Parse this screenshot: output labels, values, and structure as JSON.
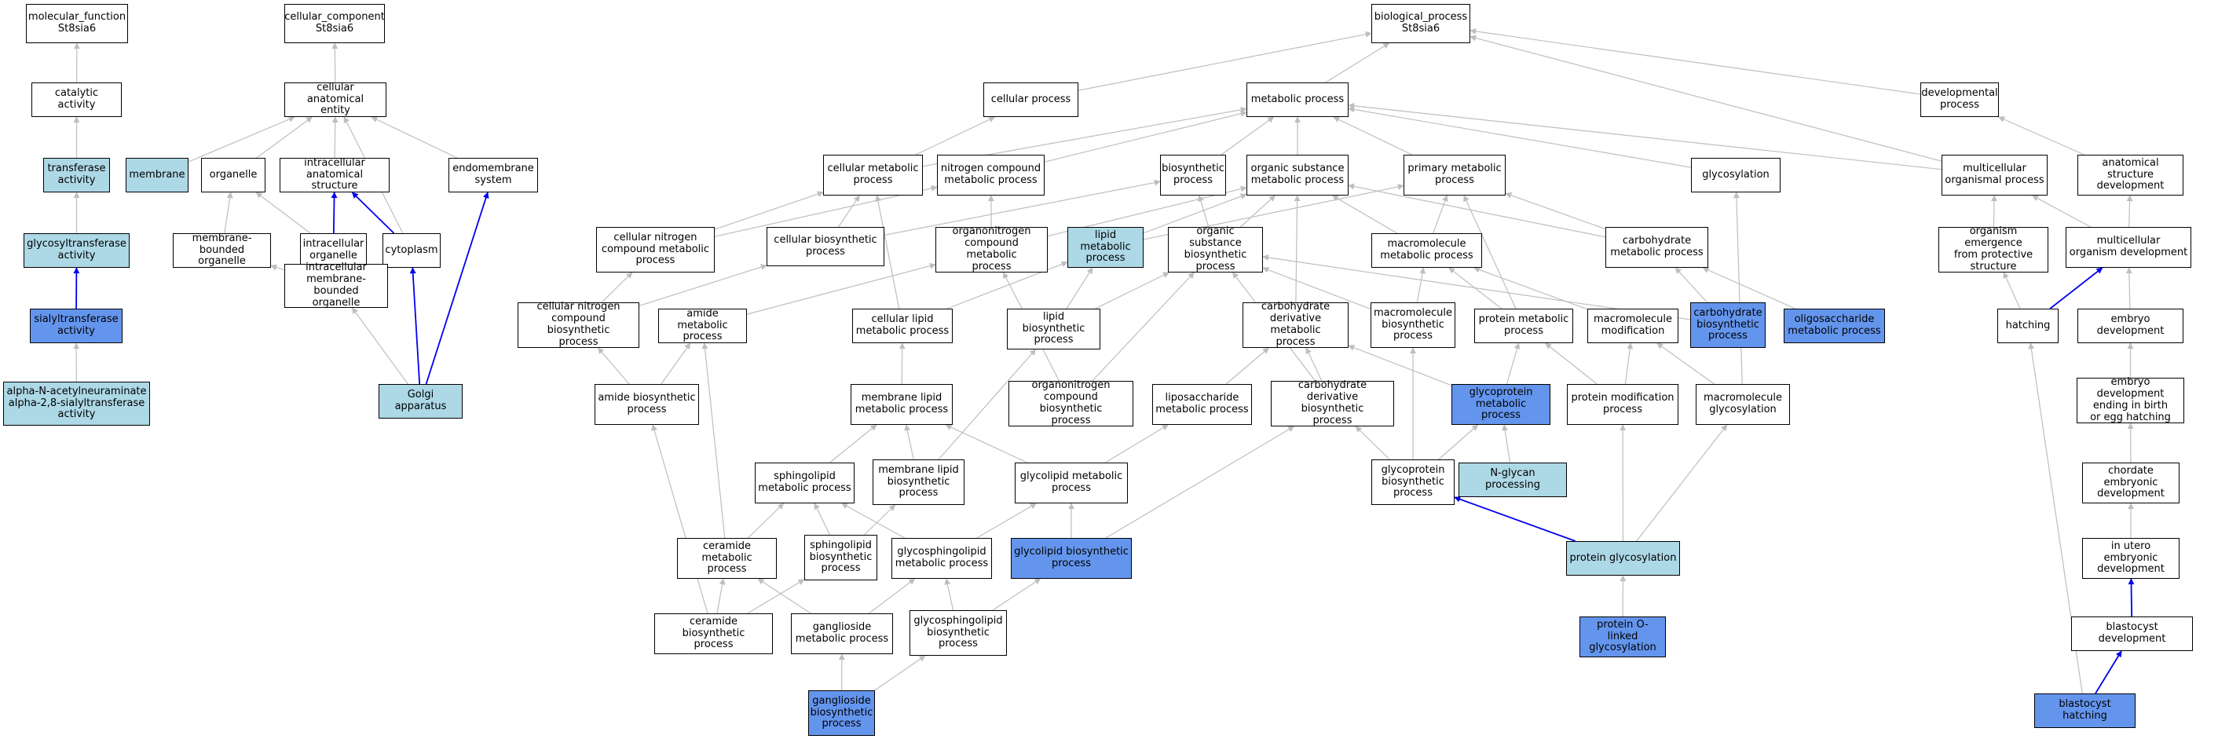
{
  "diagram": {
    "colors": {
      "white": "#ffffff",
      "light": "#add8e6",
      "blue": "#6495ed",
      "edge_gray": "#bebebe",
      "edge_blue": "#0000ee"
    },
    "nodes": {
      "mf": {
        "label": "molecular_function\nSt8sia6",
        "color": "white"
      },
      "cat": {
        "label": "catalytic activity",
        "color": "white"
      },
      "trans": {
        "label": "transferase\nactivity",
        "color": "light"
      },
      "glyco_tr": {
        "label": "glycosyltransferase\nactivity",
        "color": "light"
      },
      "sialyl": {
        "label": "sialyltransferase\nactivity",
        "color": "blue"
      },
      "alpha": {
        "label": "alpha-N-acetylneuraminate\nalpha-2,8-sialyltransferase\nactivity",
        "color": "light"
      },
      "cc": {
        "label": "cellular_component\nSt8sia6",
        "color": "white"
      },
      "cae": {
        "label": "cellular anatomical\nentity",
        "color": "white"
      },
      "membrane": {
        "label": "membrane",
        "color": "light"
      },
      "organelle": {
        "label": "organelle",
        "color": "white"
      },
      "ias": {
        "label": "intracellular\nanatomical structure",
        "color": "white"
      },
      "endo": {
        "label": "endomembrane\nsystem",
        "color": "white"
      },
      "mbo": {
        "label": "membrane-bounded\norganelle",
        "color": "white"
      },
      "io": {
        "label": "intracellular\norganelle",
        "color": "white"
      },
      "cyto": {
        "label": "cytoplasm",
        "color": "white"
      },
      "imbo": {
        "label": "intracellular\nmembrane-bounded\norganelle",
        "color": "white"
      },
      "golgi": {
        "label": "Golgi apparatus",
        "color": "light"
      },
      "bp": {
        "label": "biological_process\nSt8sia6",
        "color": "white"
      },
      "cp": {
        "label": "cellular process",
        "color": "white"
      },
      "mp": {
        "label": "metabolic process",
        "color": "white"
      },
      "dp": {
        "label": "developmental\nprocess",
        "color": "white"
      },
      "cmp": {
        "label": "cellular metabolic\nprocess",
        "color": "white"
      },
      "ncmp": {
        "label": "nitrogen compound\nmetabolic process",
        "color": "white"
      },
      "bsp": {
        "label": "biosynthetic\nprocess",
        "color": "white"
      },
      "osmp": {
        "label": "organic substance\nmetabolic process",
        "color": "white"
      },
      "pmp": {
        "label": "primary metabolic\nprocess",
        "color": "white"
      },
      "glycosylation": {
        "label": "glycosylation",
        "color": "white"
      },
      "mop": {
        "label": "multicellular\norganismal process",
        "color": "white"
      },
      "asd": {
        "label": "anatomical structure\ndevelopment",
        "color": "white"
      },
      "cncmp": {
        "label": "cellular nitrogen\ncompound metabolic\nprocess",
        "color": "white"
      },
      "cbp": {
        "label": "cellular biosynthetic\nprocess",
        "color": "white"
      },
      "oncmp": {
        "label": "organonitrogen\ncompound metabolic\nprocess",
        "color": "white"
      },
      "lmp": {
        "label": "lipid metabolic\nprocess",
        "color": "light"
      },
      "osbp": {
        "label": "organic substance\nbiosynthetic\nprocess",
        "color": "white"
      },
      "mmp": {
        "label": "macromolecule\nmetabolic process",
        "color": "white"
      },
      "chmp": {
        "label": "carbohydrate\nmetabolic process",
        "color": "white"
      },
      "oefp": {
        "label": "organism emergence\nfrom protective\nstructure",
        "color": "white"
      },
      "mod": {
        "label": "multicellular\norganism development",
        "color": "white"
      },
      "cncbp": {
        "label": "cellular nitrogen\ncompound biosynthetic\nprocess",
        "color": "white"
      },
      "amp": {
        "label": "amide metabolic\nprocess",
        "color": "white"
      },
      "clmp": {
        "label": "cellular lipid\nmetabolic process",
        "color": "white"
      },
      "lbp": {
        "label": "lipid biosynthetic\nprocess",
        "color": "white"
      },
      "cdmp": {
        "label": "carbohydrate\nderivative metabolic\nprocess",
        "color": "white"
      },
      "mbp": {
        "label": "macromolecule\nbiosynthetic\nprocess",
        "color": "white"
      },
      "prmp": {
        "label": "protein metabolic\nprocess",
        "color": "white"
      },
      "mmod": {
        "label": "macromolecule\nmodification",
        "color": "white"
      },
      "chbp": {
        "label": "carbohydrate\nbiosynthetic\nprocess",
        "color": "blue"
      },
      "olmp": {
        "label": "oligosaccharide\nmetabolic process",
        "color": "blue"
      },
      "hatching": {
        "label": "hatching",
        "color": "white"
      },
      "ed": {
        "label": "embryo development",
        "color": "white"
      },
      "abp": {
        "label": "amide biosynthetic\nprocess",
        "color": "white"
      },
      "mlmp": {
        "label": "membrane lipid\nmetabolic process",
        "color": "white"
      },
      "oncbp": {
        "label": "organonitrogen\ncompound biosynthetic\nprocess",
        "color": "white"
      },
      "lsmp": {
        "label": "liposaccharide\nmetabolic process",
        "color": "white"
      },
      "cdbp": {
        "label": "carbohydrate\nderivative biosynthetic\nprocess",
        "color": "white"
      },
      "gpmp": {
        "label": "glycoprotein\nmetabolic process",
        "color": "blue"
      },
      "pmodp": {
        "label": "protein modification\nprocess",
        "color": "white"
      },
      "mg": {
        "label": "macromolecule\nglycosylation",
        "color": "white"
      },
      "edeb": {
        "label": "embryo development\nending in birth\nor egg hatching",
        "color": "white"
      },
      "slmp": {
        "label": "sphingolipid\nmetabolic process",
        "color": "white"
      },
      "mlbp": {
        "label": "membrane lipid\nbiosynthetic\nprocess",
        "color": "white"
      },
      "glmp": {
        "label": "glycolipid metabolic\nprocess",
        "color": "white"
      },
      "gpbp": {
        "label": "glycoprotein\nbiosynthetic\nprocess",
        "color": "white"
      },
      "ngp": {
        "label": "N-glycan processing",
        "color": "light"
      },
      "ced": {
        "label": "chordate embryonic\ndevelopment",
        "color": "white"
      },
      "cermp": {
        "label": "ceramide metabolic\nprocess",
        "color": "white"
      },
      "slbp": {
        "label": "sphingolipid\nbiosynthetic\nprocess",
        "color": "white"
      },
      "gslmp": {
        "label": "glycosphingolipid\nmetabolic process",
        "color": "white"
      },
      "glbp": {
        "label": "glycolipid biosynthetic\nprocess",
        "color": "blue"
      },
      "pg": {
        "label": "protein glycosylation",
        "color": "light"
      },
      "ued": {
        "label": "in utero embryonic\ndevelopment",
        "color": "white"
      },
      "cerbp": {
        "label": "ceramide biosynthetic\nprocess",
        "color": "white"
      },
      "gangmp": {
        "label": "ganglioside\nmetabolic process",
        "color": "white"
      },
      "gslbp": {
        "label": "glycosphingolipid\nbiosynthetic\nprocess",
        "color": "white"
      },
      "pog": {
        "label": "protein O-linked\nglycosylation",
        "color": "blue"
      },
      "bd": {
        "label": "blastocyst development",
        "color": "white"
      },
      "gangbp": {
        "label": "ganglioside\nbiosynthetic\nprocess",
        "color": "blue"
      },
      "bh": {
        "label": "blastocyst hatching",
        "color": "blue"
      }
    },
    "edges": [
      [
        "cat",
        "mf",
        "gray"
      ],
      [
        "trans",
        "cat",
        "gray"
      ],
      [
        "glyco_tr",
        "trans",
        "gray"
      ],
      [
        "sialyl",
        "glyco_tr",
        "blue"
      ],
      [
        "alpha",
        "sialyl",
        "gray"
      ],
      [
        "cae",
        "cc",
        "gray"
      ],
      [
        "membrane",
        "cae",
        "gray"
      ],
      [
        "organelle",
        "cae",
        "gray"
      ],
      [
        "ias",
        "cae",
        "gray"
      ],
      [
        "endo",
        "cae",
        "gray"
      ],
      [
        "cyto",
        "cae",
        "gray"
      ],
      [
        "mbo",
        "organelle",
        "gray"
      ],
      [
        "io",
        "organelle",
        "gray"
      ],
      [
        "io",
        "ias",
        "blue"
      ],
      [
        "cyto",
        "ias",
        "blue"
      ],
      [
        "imbo",
        "mbo",
        "gray"
      ],
      [
        "imbo",
        "io",
        "gray"
      ],
      [
        "golgi",
        "imbo",
        "gray"
      ],
      [
        "golgi",
        "cyto",
        "blue"
      ],
      [
        "golgi",
        "endo",
        "blue"
      ],
      [
        "cp",
        "bp",
        "gray"
      ],
      [
        "mp",
        "bp",
        "gray"
      ],
      [
        "dp",
        "bp",
        "gray"
      ],
      [
        "mop",
        "bp",
        "gray"
      ],
      [
        "cmp",
        "cp",
        "gray"
      ],
      [
        "cmp",
        "mp",
        "gray"
      ],
      [
        "ncmp",
        "mp",
        "gray"
      ],
      [
        "bsp",
        "mp",
        "gray"
      ],
      [
        "osmp",
        "mp",
        "gray"
      ],
      [
        "pmp",
        "mp",
        "gray"
      ],
      [
        "glycosylation",
        "mp",
        "gray"
      ],
      [
        "mop",
        "mp",
        "gray"
      ],
      [
        "asd",
        "dp",
        "gray"
      ],
      [
        "cncmp",
        "cmp",
        "gray"
      ],
      [
        "cncmp",
        "ncmp",
        "gray"
      ],
      [
        "cbp",
        "cmp",
        "gray"
      ],
      [
        "cbp",
        "bsp",
        "gray"
      ],
      [
        "oncmp",
        "ncmp",
        "gray"
      ],
      [
        "oncmp",
        "osmp",
        "gray"
      ],
      [
        "lmp",
        "osmp",
        "gray"
      ],
      [
        "lmp",
        "pmp",
        "gray"
      ],
      [
        "osbp",
        "osmp",
        "gray"
      ],
      [
        "osbp",
        "bsp",
        "gray"
      ],
      [
        "mmp",
        "osmp",
        "gray"
      ],
      [
        "mmp",
        "pmp",
        "gray"
      ],
      [
        "chmp",
        "osmp",
        "gray"
      ],
      [
        "chmp",
        "pmp",
        "gray"
      ],
      [
        "oefp",
        "mop",
        "gray"
      ],
      [
        "mod",
        "mop",
        "gray"
      ],
      [
        "mod",
        "asd",
        "gray"
      ],
      [
        "cncbp",
        "cncmp",
        "gray"
      ],
      [
        "cncbp",
        "cbp",
        "gray"
      ],
      [
        "amp",
        "oncmp",
        "gray"
      ],
      [
        "clmp",
        "cmp",
        "gray"
      ],
      [
        "clmp",
        "lmp",
        "gray"
      ],
      [
        "lbp",
        "lmp",
        "gray"
      ],
      [
        "lbp",
        "osbp",
        "gray"
      ],
      [
        "cdmp",
        "osmp",
        "gray"
      ],
      [
        "mbp",
        "mmp",
        "gray"
      ],
      [
        "mbp",
        "osbp",
        "gray"
      ],
      [
        "prmp",
        "mmp",
        "gray"
      ],
      [
        "prmp",
        "pmp",
        "gray"
      ],
      [
        "mmod",
        "mmp",
        "gray"
      ],
      [
        "chbp",
        "chmp",
        "gray"
      ],
      [
        "chbp",
        "osbp",
        "gray"
      ],
      [
        "olmp",
        "chmp",
        "gray"
      ],
      [
        "hatching",
        "oefp",
        "gray"
      ],
      [
        "hatching",
        "mod",
        "blue"
      ],
      [
        "ed",
        "mod",
        "gray"
      ],
      [
        "abp",
        "amp",
        "gray"
      ],
      [
        "abp",
        "cncbp",
        "gray"
      ],
      [
        "mlmp",
        "clmp",
        "gray"
      ],
      [
        "oncbp",
        "oncmp",
        "gray"
      ],
      [
        "oncbp",
        "osbp",
        "gray"
      ],
      [
        "lsmp",
        "cdmp",
        "gray"
      ],
      [
        "cdbp",
        "cdmp",
        "gray"
      ],
      [
        "cdbp",
        "osbp",
        "gray"
      ],
      [
        "gpmp",
        "prmp",
        "gray"
      ],
      [
        "gpmp",
        "cdmp",
        "gray"
      ],
      [
        "pmodp",
        "prmp",
        "gray"
      ],
      [
        "pmodp",
        "mmod",
        "gray"
      ],
      [
        "mg",
        "mmod",
        "gray"
      ],
      [
        "mg",
        "glycosylation",
        "gray"
      ],
      [
        "edeb",
        "ed",
        "gray"
      ],
      [
        "slmp",
        "mlmp",
        "gray"
      ],
      [
        "mlbp",
        "mlmp",
        "gray"
      ],
      [
        "mlbp",
        "lbp",
        "gray"
      ],
      [
        "glmp",
        "mlmp",
        "gray"
      ],
      [
        "glmp",
        "lsmp",
        "gray"
      ],
      [
        "gpbp",
        "gpmp",
        "gray"
      ],
      [
        "gpbp",
        "mbp",
        "gray"
      ],
      [
        "gpbp",
        "cdbp",
        "gray"
      ],
      [
        "ngp",
        "gpmp",
        "gray"
      ],
      [
        "ced",
        "edeb",
        "gray"
      ],
      [
        "cermp",
        "slmp",
        "gray"
      ],
      [
        "cermp",
        "amp",
        "gray"
      ],
      [
        "slbp",
        "slmp",
        "gray"
      ],
      [
        "slbp",
        "mlbp",
        "gray"
      ],
      [
        "gslmp",
        "glmp",
        "gray"
      ],
      [
        "gslmp",
        "slmp",
        "gray"
      ],
      [
        "glbp",
        "glmp",
        "gray"
      ],
      [
        "glbp",
        "cdbp",
        "gray"
      ],
      [
        "pg",
        "gpbp",
        "blue"
      ],
      [
        "pg",
        "pmodp",
        "gray"
      ],
      [
        "pg",
        "mg",
        "gray"
      ],
      [
        "ued",
        "ced",
        "gray"
      ],
      [
        "cerbp",
        "cermp",
        "gray"
      ],
      [
        "cerbp",
        "slbp",
        "gray"
      ],
      [
        "cerbp",
        "abp",
        "gray"
      ],
      [
        "gangmp",
        "gslmp",
        "gray"
      ],
      [
        "gangmp",
        "cermp",
        "gray"
      ],
      [
        "gslbp",
        "gslmp",
        "gray"
      ],
      [
        "gslbp",
        "glbp",
        "gray"
      ],
      [
        "pog",
        "pg",
        "gray"
      ],
      [
        "bd",
        "ued",
        "blue"
      ],
      [
        "gangbp",
        "gangmp",
        "gray"
      ],
      [
        "gangbp",
        "gslbp",
        "gray"
      ],
      [
        "bh",
        "bd",
        "blue"
      ],
      [
        "bh",
        "hatching",
        "gray"
      ]
    ]
  }
}
